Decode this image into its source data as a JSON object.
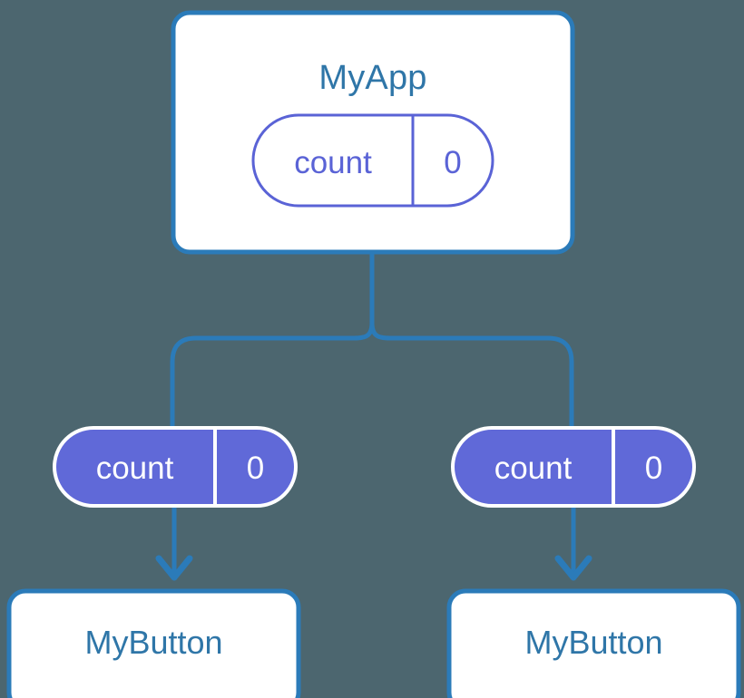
{
  "diagram": {
    "type": "component-state-tree",
    "background_color": "#4c666f",
    "colors": {
      "box_stroke": "#2b7bb9",
      "box_fill": "#ffffff",
      "title_text": "#2f76a8",
      "pill_outline_stroke": "#5a63d6",
      "pill_outline_text": "#5a63d6",
      "pill_filled_fill": "#6069d8",
      "pill_filled_stroke": "#ffffff",
      "pill_filled_text": "#ffffff",
      "connector": "#2b7bb9",
      "arrow": "#2b7bb9"
    },
    "root": {
      "label": "MyApp",
      "state_pill": {
        "key": "count",
        "value": "0",
        "style": "outline"
      }
    },
    "branches": [
      {
        "side": "left",
        "state_pill": {
          "key": "count",
          "value": "0",
          "style": "filled"
        },
        "child": {
          "label": "MyButton"
        }
      },
      {
        "side": "right",
        "state_pill": {
          "key": "count",
          "value": "0",
          "style": "filled"
        },
        "child": {
          "label": "MyButton"
        }
      }
    ],
    "connectors": [
      {
        "name": "root-to-split",
        "from": "MyApp",
        "to": "split-junction",
        "style": "straight-line"
      },
      {
        "name": "split-to-left-pill",
        "from": "split-junction",
        "to": "left-count-pill",
        "style": "elbow-rounded"
      },
      {
        "name": "split-to-right-pill",
        "from": "split-junction",
        "to": "right-count-pill",
        "style": "elbow-rounded"
      },
      {
        "name": "left-pill-to-button",
        "from": "left-count-pill",
        "to": "left-MyButton",
        "style": "arrow-down"
      },
      {
        "name": "right-pill-to-button",
        "from": "right-count-pill",
        "to": "right-MyButton",
        "style": "arrow-down"
      }
    ]
  }
}
